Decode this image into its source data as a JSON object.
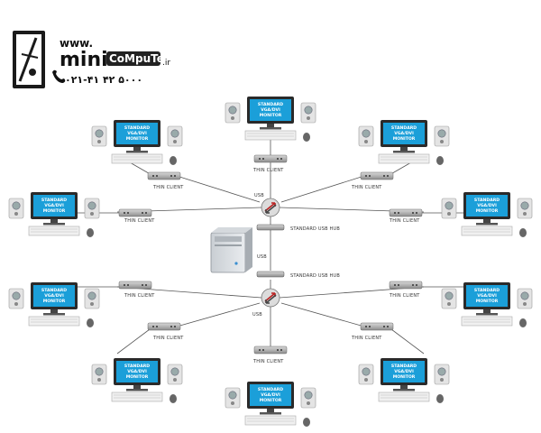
{
  "logo": {
    "www": "www.",
    "mini": "mini",
    "computer": "CoMpuTeR",
    "domain": ".ir",
    "phone": "۰۲۱-۴۱ ۴۲ ۵۰۰۰"
  },
  "labels": {
    "monitor_line1": "STANDARD",
    "monitor_line2": "VGA/DVI",
    "monitor_line3": "MONITOR",
    "thin_client": "THIN CLIENT",
    "usb": "USB",
    "usb_hub": "STANDARD USB HUB"
  },
  "colors": {
    "screen": "#1b9fd9",
    "line": "#555555",
    "device": "#8a8a8a"
  }
}
